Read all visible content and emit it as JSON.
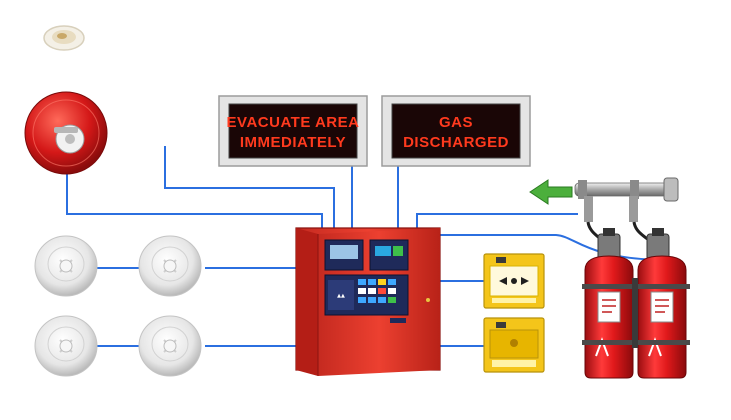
{
  "signs": {
    "evacuate": {
      "line1": "EVACUATE AREA",
      "line2": "IMMEDIATELY"
    },
    "gas": {
      "line1": "GAS",
      "line2": "DISCHARGED"
    }
  },
  "call_point": {
    "label": ""
  },
  "colors": {
    "wire": "#2b6fe0",
    "panel_red": "#e23a2c",
    "sign_text": "#ff3a1e",
    "sign_bg": "#1a0606",
    "cylinder_red": "#e0191b",
    "call_point_yellow": "#f4c51a",
    "flow_arrow": "#4caf3c"
  },
  "icons": {
    "smoke_detector": "smoke-detector-icon",
    "fire_bell": "fire-alarm-bell-icon",
    "control_panel": "fire-control-panel-icon",
    "manual_call_point": "manual-call-point-icon",
    "gas_cylinder": "gas-cylinder-icon",
    "flow_arrow": "flow-arrow-icon"
  }
}
